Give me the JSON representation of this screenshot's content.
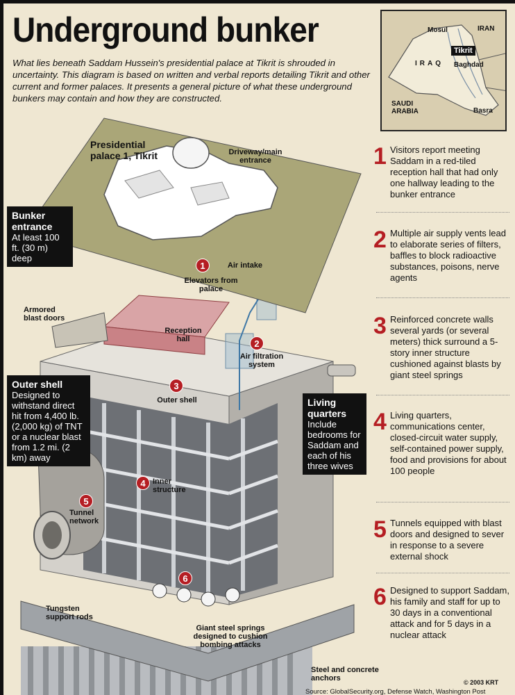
{
  "title": "Underground bunker",
  "intro": "What lies beneath Saddam Hussein's presidential palace at Tikrit is shrouded in uncertainty. This diagram is based on written and verbal reports detailing Tikrit and other current and former palaces. It presents a general picture of what these underground bunkers may contain and how they are constructed.",
  "map": {
    "labels": [
      "Mosul",
      "IRAN",
      "IRAQ",
      "Baghdad",
      "SAUDI ARABIA",
      "Basra"
    ],
    "highlight": "Tikrit"
  },
  "diagram_labels": {
    "palace": "Presidential palace 1, Tikrit",
    "driveway": "Driveway/main entrance",
    "air_intake": "Air intake",
    "elevators": "Elevators from palace",
    "armored": "Armored blast doors",
    "reception": "Reception hall",
    "air_filtration": "Air filtration system",
    "outer_shell": "Outer shell",
    "inner_structure": "Inner structure",
    "tunnel": "Tunnel network",
    "tungsten": "Tungsten support rods",
    "springs": "Giant steel springs designed to cushion bombing attacks",
    "anchors": "Steel and concrete anchors"
  },
  "callouts": {
    "bunker_entrance": {
      "head": "Bunker entrance",
      "body": "At least 100 ft. (30 m) deep"
    },
    "outer_shell": {
      "head": "Outer shell",
      "body": "Designed to withstand direct hit from 4,400 lb. (2,000 kg) of TNT or a nuclear blast from 1.2 mi. (2 km) away"
    },
    "living_quarters": {
      "head": "Living quarters",
      "body": "Include bedrooms for Saddam and each of his three wives"
    }
  },
  "markers": [
    "1",
    "2",
    "3",
    "4",
    "5",
    "6"
  ],
  "side_items": [
    {
      "num": "1",
      "text": "Visitors report meeting Saddam in a red-tiled reception hall that had only one hallway leading to the bunker entrance"
    },
    {
      "num": "2",
      "text": "Multiple air supply vents lead to elaborate series of filters, baffles to block radioactive substances, poisons, nerve agents"
    },
    {
      "num": "3",
      "text": "Reinforced concrete walls several yards (or several meters) thick surround a 5-story inner structure cushioned against blasts by giant steel springs"
    },
    {
      "num": "4",
      "text": "Living quarters, communications center, closed-circuit water supply, self-contained power supply, food and provisions for about 100 people"
    },
    {
      "num": "5",
      "text": "Tunnels equipped with blast doors and designed to sever in response to a severe external shock"
    },
    {
      "num": "6",
      "text": "Designed to support Saddam, his family and staff for up to 30 days in a conventional attack and for 5 days in a nuclear attack"
    }
  ],
  "credit": "© 2003 KRT",
  "source": "Source: GlobalSecurity.org, Defense Watch, Washington Post"
}
